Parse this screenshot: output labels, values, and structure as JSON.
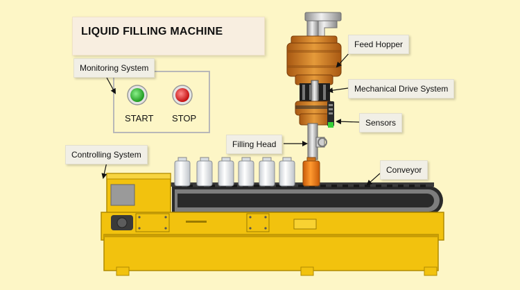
{
  "title": "LIQUID FILLING MACHINE",
  "labels": {
    "feed_hopper": "Feed Hopper",
    "monitoring_system": "Monitoring System",
    "mechanical_drive": "Mechanical Drive System",
    "sensors": "Sensors",
    "filling_head": "Filling Head",
    "controlling_system": "Controlling System",
    "conveyor": "Conveyor"
  },
  "controls": {
    "start_label": "START",
    "stop_label": "STOP",
    "start_color": "#2db32d",
    "stop_color": "#e01818"
  },
  "colors": {
    "background": "#fdf6c6",
    "machine_yellow": "#f2c20e",
    "hopper_orange": "#d07a1a",
    "liquid_orange": "#f07a14",
    "belt_dark": "#2a2a2a"
  }
}
